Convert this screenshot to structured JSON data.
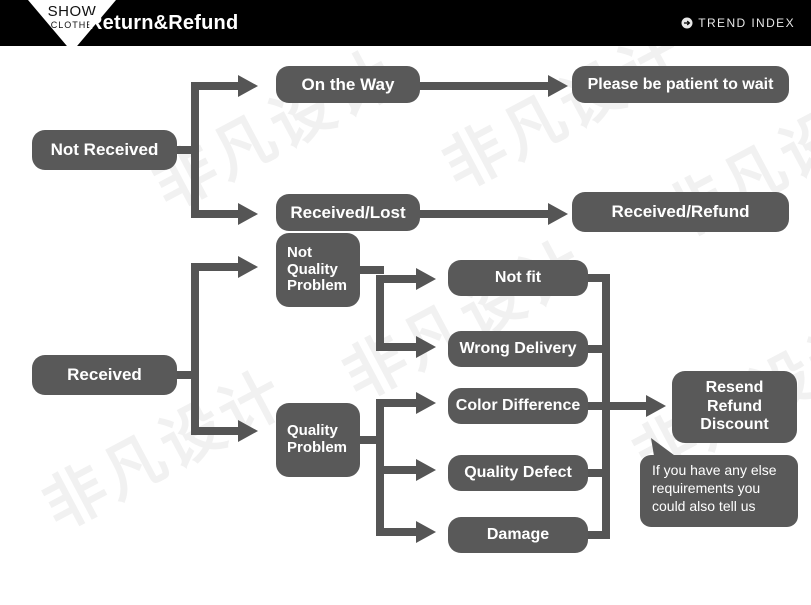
{
  "header": {
    "logo_primary": "SHOW",
    "logo_secondary": "CLOTHE",
    "title": "Return&Refund",
    "trend_label": "TREND INDEX",
    "trend_icon": "circle-arrow-right-icon",
    "background_color": "#000000",
    "title_color": "#ffffff"
  },
  "theme": {
    "node_fill": "#595959",
    "node_text": "#ffffff",
    "connector": "#555555",
    "page_background": "#ffffff",
    "watermark_color": "#f1f1f1"
  },
  "watermark": {
    "text": "非凡设计"
  },
  "flow": {
    "not_received_branch": {
      "root": "Not Received",
      "paths": [
        {
          "step": "On the Way",
          "outcome": "Please be patient to wait"
        },
        {
          "step": "Received/Lost",
          "outcome": "Received/Refund"
        }
      ]
    },
    "received_branch": {
      "root": "Received",
      "categories": [
        {
          "name": "Not Quality Problem",
          "name_lines": [
            "Not",
            "Quality",
            "Problem"
          ],
          "reasons": [
            "Not fit",
            "Wrong Delivery"
          ]
        },
        {
          "name": "Quality Problem",
          "name_lines": [
            "Quality",
            "Problem"
          ],
          "reasons": [
            "Color Difference",
            "Quality Defect",
            "Damage"
          ]
        }
      ],
      "resolution": {
        "lines": [
          "Resend",
          "Refund",
          "Discount"
        ]
      },
      "note": {
        "lines": [
          "If you have any else",
          "requirements you",
          "could also tell us"
        ]
      }
    }
  }
}
